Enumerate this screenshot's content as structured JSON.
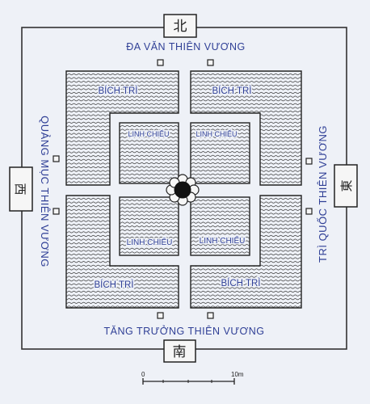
{
  "directions": {
    "north": "北",
    "south": "南",
    "west": "西",
    "east": "東"
  },
  "kings": {
    "north": "ĐA VĂN THIÊN VƯƠNG",
    "south": "TĂNG TRƯỞNG THIÊN VƯƠNG",
    "west": "QUẢNG MỤC THIÊN VƯƠNG",
    "east": "TRÌ QUỐC THIÊN VƯƠNG"
  },
  "outer_ponds": {
    "nw": "BÍCH TRÌ",
    "ne": "BÍCH TRÌ",
    "sw": "BÍCH TRÌ",
    "se": "BÍCH TRÌ"
  },
  "inner_ponds": {
    "nw": "LINH CHIỂU",
    "ne": "LINH CHIỂU",
    "sw": "LINH CHIỂU",
    "se": "LINH CHIỂU"
  },
  "scale": {
    "start": "0",
    "end": "10m"
  },
  "colors": {
    "ink": "#2f3f96",
    "paper": "#eef1f7",
    "border": "#333333"
  }
}
